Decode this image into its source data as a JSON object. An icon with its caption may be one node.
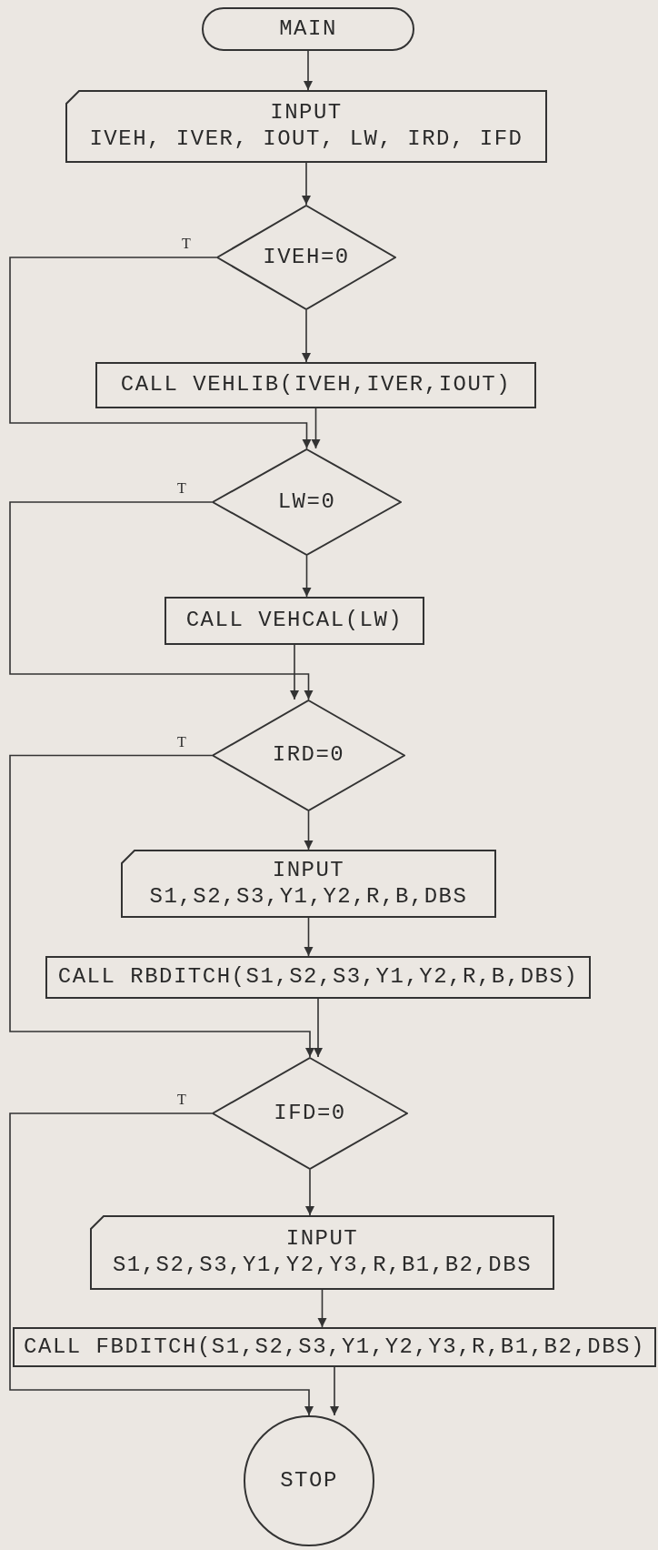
{
  "diagram": {
    "nodes": [
      {
        "text": [
          "MAIN"
        ]
      },
      {
        "text": [
          "INPUT",
          "IVEH, IVER, IOUT, LW, IRD, IFD"
        ]
      },
      {
        "text": [
          "IVEH=0"
        ]
      },
      {
        "text": [
          "CALL VEHLIB(IVEH,IVER,IOUT)"
        ]
      },
      {
        "text": [
          "LW=0"
        ]
      },
      {
        "text": [
          "CALL VEHCAL(LW)"
        ]
      },
      {
        "text": [
          "IRD=0"
        ]
      },
      {
        "text": [
          "INPUT",
          "S1,S2,S3,Y1,Y2,R,B,DBS"
        ]
      },
      {
        "text": [
          "CALL RBDITCH(S1,S2,S3,Y1,Y2,R,B,DBS)"
        ]
      },
      {
        "text": [
          "IFD=0"
        ]
      },
      {
        "text": [
          "INPUT",
          "S1,S2,S3,Y1,Y2,Y3,R,B1,B2,DBS"
        ]
      },
      {
        "text": [
          "CALL FBDITCH(S1,S2,S3,Y1,Y2,Y3,R,B1,B2,DBS)"
        ]
      },
      {
        "text": [
          "STOP"
        ]
      }
    ],
    "edges": [
      {
        "from": 0,
        "to": 1,
        "arrow": "to"
      },
      {
        "from": 1,
        "to": 2,
        "arrow": "to"
      },
      {
        "from": 2,
        "to": 3,
        "arrow": "to"
      },
      {
        "from": 3,
        "to": 4,
        "arrow": "to"
      },
      {
        "from": 2,
        "to": 4,
        "arrow": "to",
        "label": "T"
      },
      {
        "from": 4,
        "to": 5,
        "arrow": "to"
      },
      {
        "from": 5,
        "to": 6,
        "arrow": "to"
      },
      {
        "from": 4,
        "to": 6,
        "arrow": "to",
        "label": "T"
      },
      {
        "from": 6,
        "to": 7,
        "arrow": "to"
      },
      {
        "from": 7,
        "to": 8,
        "arrow": "to"
      },
      {
        "from": 8,
        "to": 9,
        "arrow": "to"
      },
      {
        "from": 6,
        "to": 9,
        "arrow": "to",
        "label": "T"
      },
      {
        "from": 9,
        "to": 10,
        "arrow": "to"
      },
      {
        "from": 10,
        "to": 11,
        "arrow": "to"
      },
      {
        "from": 11,
        "to": 12,
        "arrow": "to"
      },
      {
        "from": 9,
        "to": 12,
        "arrow": "to",
        "label": "T"
      }
    ]
  }
}
